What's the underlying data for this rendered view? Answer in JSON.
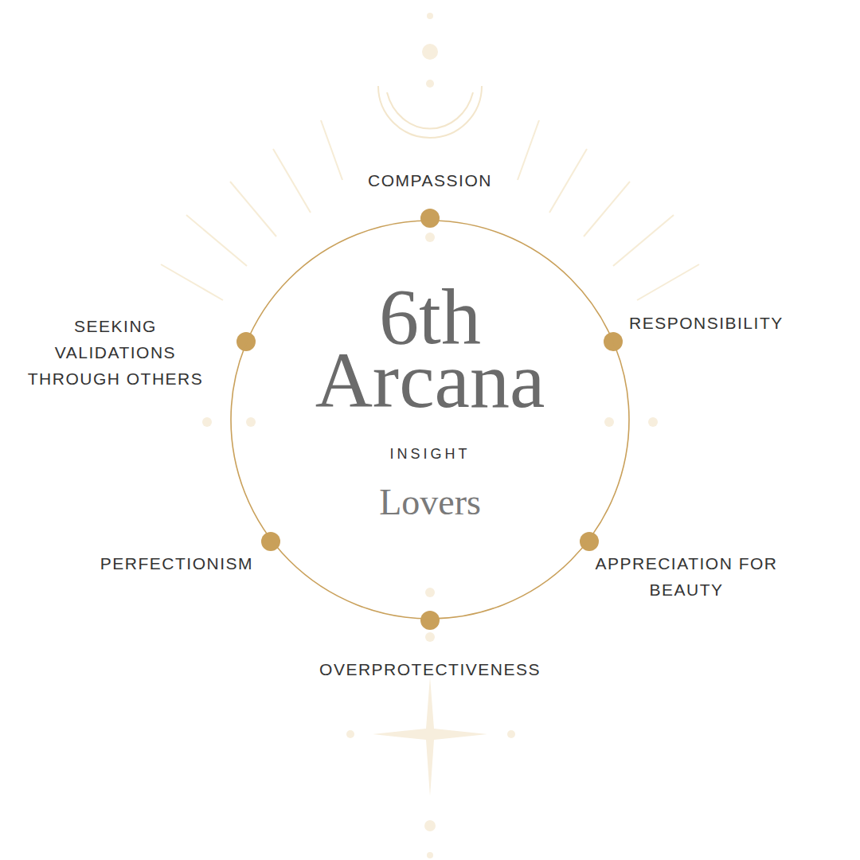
{
  "diagram": {
    "nodes": [
      {
        "text": [
          "6th Arcana",
          "INSIGHT",
          "Lovers"
        ]
      }
    ],
    "labels": [
      "COMPASSION",
      "RESPONSIBILITY",
      "APPRECIATION FOR BEAUTY",
      "OVERPROTECTIVENESS",
      "PERFECTIONISM",
      "SEEKING VALIDATIONS THROUGH OTHERS"
    ]
  }
}
